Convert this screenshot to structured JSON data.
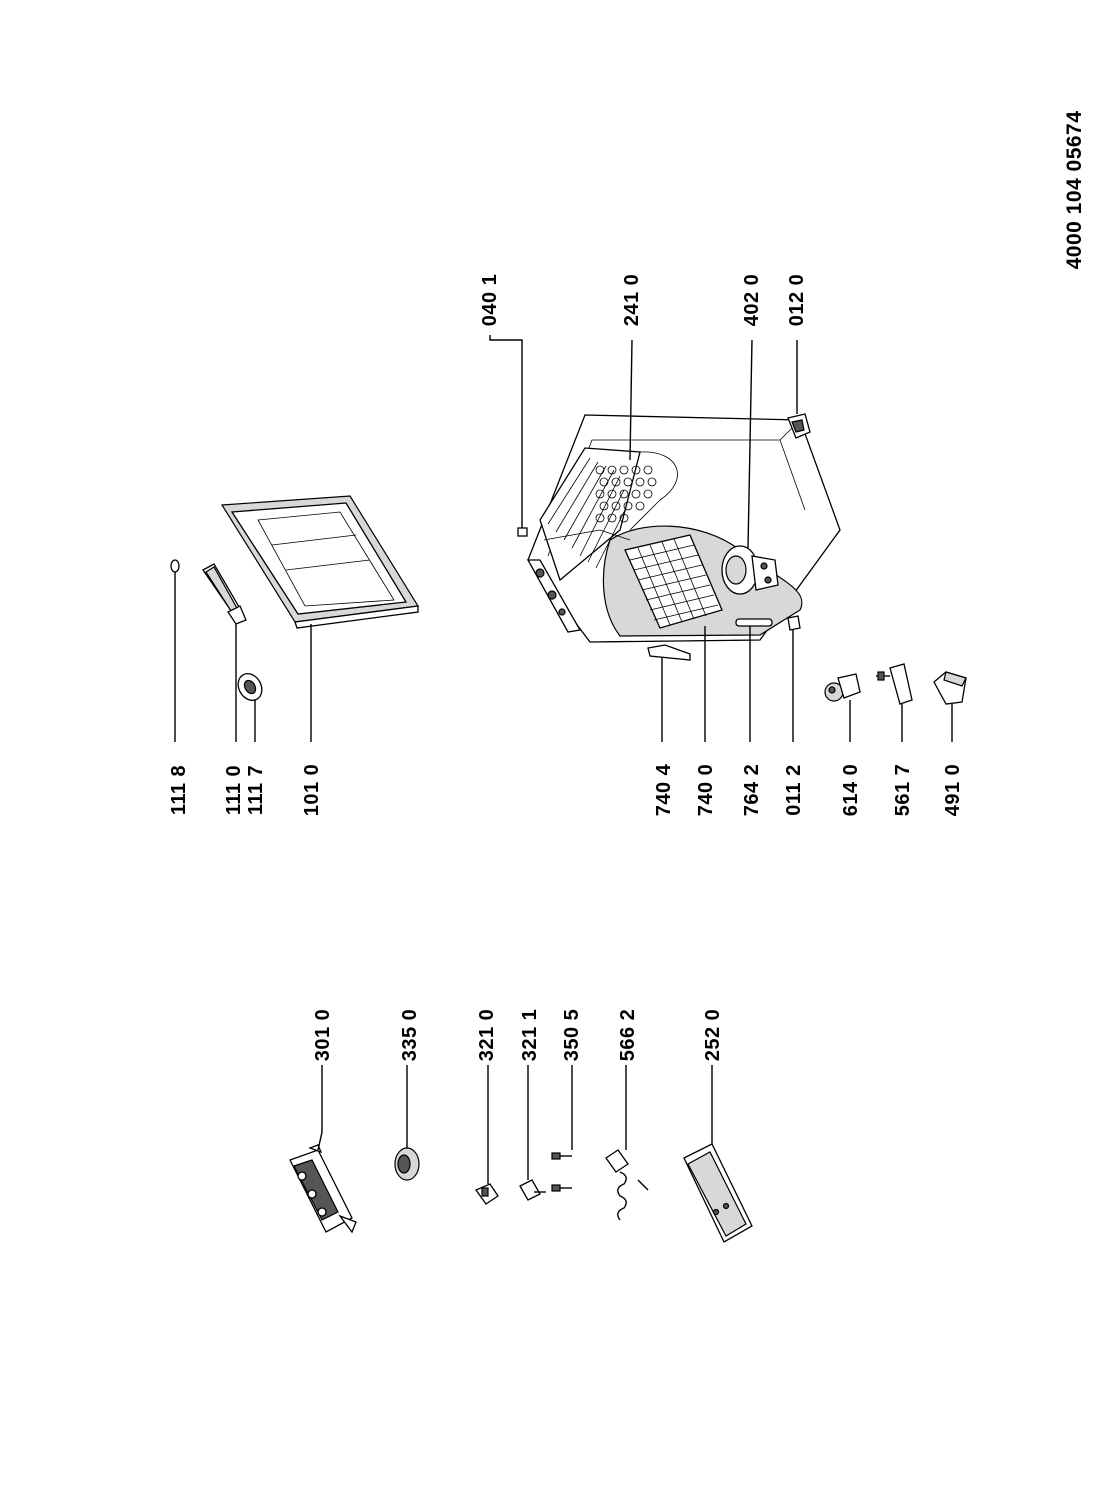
{
  "document_number": "4000 104 05674",
  "callouts": {
    "c1118": "111 8",
    "c1110": "111 0",
    "c1117": "111 7",
    "c1010": "101 0",
    "c7404": "740 4",
    "c7400": "740 0",
    "c7642": "764 2",
    "c0112": "011 2",
    "c6140": "614 0",
    "c5617": "561 7",
    "c4910": "491 0",
    "c0401": "040 1",
    "c2410": "241 0",
    "c4020": "402 0",
    "c0120": "012 0",
    "c3010": "301 0",
    "c3350": "335 0",
    "c3210": "321 0",
    "c3211": "321 1",
    "c3505": "350 5",
    "c5662": "566 2",
    "c2520": "252 0"
  }
}
